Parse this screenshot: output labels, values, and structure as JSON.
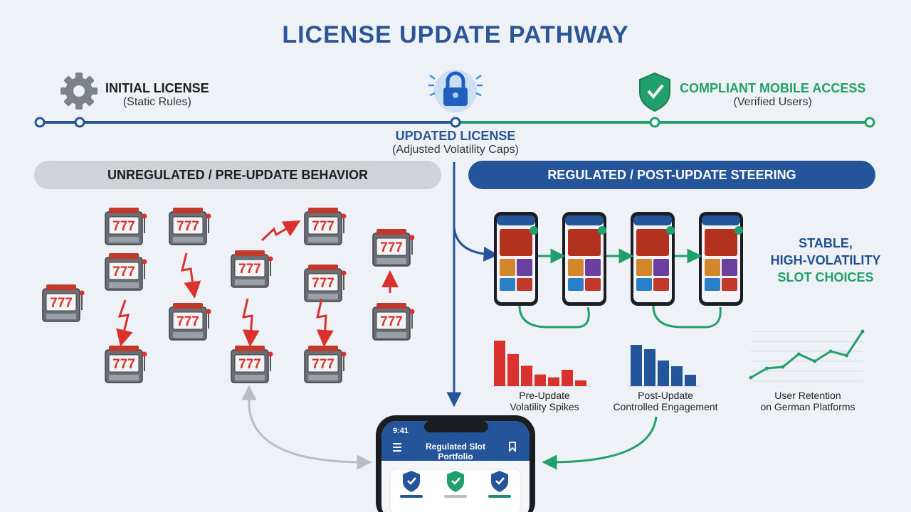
{
  "title": "LICENSE UPDATE PATHWAY",
  "timeline": {
    "initial": {
      "title": "INITIAL LICENSE",
      "subtitle": "(Static Rules)"
    },
    "updated": {
      "title": "UPDATED LICENSE",
      "subtitle": "(Adjusted Volatility Caps)"
    },
    "compliant": {
      "title": "COMPLIANT MOBILE ACCESS",
      "subtitle": "(Verified Users)"
    }
  },
  "sections": {
    "left": "UNREGULATED / PRE-UPDATE BEHAVIOR",
    "right": "REGULATED / POST-UPDATE STEERING"
  },
  "stable_choices": {
    "line1": "STABLE,",
    "line2": "HIGH-VOLATILITY",
    "line3": "SLOT CHOICES"
  },
  "slot_symbol": "777",
  "charts": {
    "pre": {
      "line1": "Pre-Update",
      "line2": "Volatility Spikes"
    },
    "post": {
      "line1": "Post-Update",
      "line2": "Controlled Engagement"
    },
    "retention": {
      "line1": "User Retention",
      "line2": "on German Platforms"
    }
  },
  "phone": {
    "time": "9:41",
    "header": "Regulated Slot Portfolio"
  },
  "colors": {
    "blue": "#24559a",
    "green": "#22a06b",
    "red": "#d9322e",
    "gray": "#b9bdc2"
  },
  "icons": [
    "gear-icon",
    "lock-icon",
    "shield-check-icon",
    "menu-icon",
    "user-icon"
  ],
  "chart_data": [
    {
      "type": "bar",
      "title": "",
      "values": [
        78,
        55,
        35,
        20,
        15,
        28,
        10
      ],
      "color": "#d9322e"
    },
    {
      "type": "bar",
      "title": "",
      "values": [
        58,
        52,
        36,
        28,
        16
      ],
      "color": "#24559a"
    },
    {
      "type": "line",
      "title": "",
      "values": [
        5,
        18,
        20,
        38,
        28,
        42,
        36,
        70
      ],
      "color": "#22a06b"
    }
  ]
}
